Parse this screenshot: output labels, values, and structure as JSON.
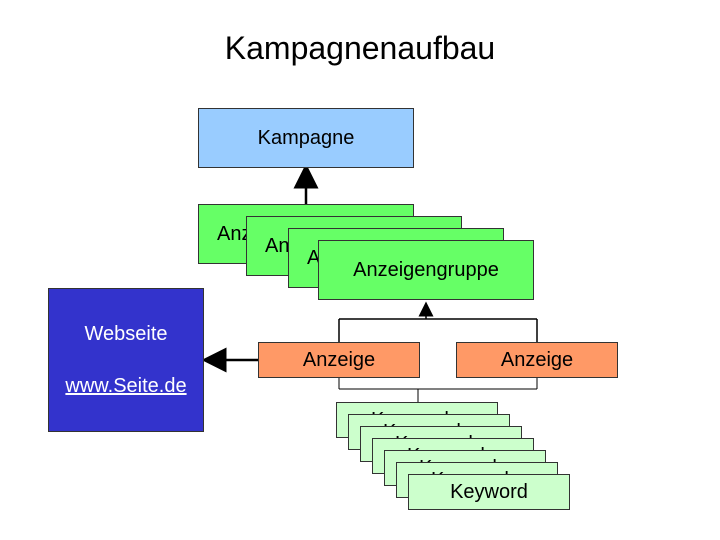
{
  "title": "Kampagnenaufbau",
  "kampagne": {
    "label": "Kampagne",
    "color": "#99ccff"
  },
  "anzeigengruppe": {
    "label": "Anzeigengruppe",
    "color": "#66ff66",
    "stack_count": 4
  },
  "anzeigen": [
    {
      "label": "Anzeige"
    },
    {
      "label": "Anzeige"
    }
  ],
  "anzeige_color": "#ff9966",
  "keyword": {
    "label": "Keyword",
    "color": "#ccffcc",
    "stack_count": 7
  },
  "webseite": {
    "label": "Webseite",
    "url": "www.Seite.de",
    "color": "#3333cc"
  }
}
